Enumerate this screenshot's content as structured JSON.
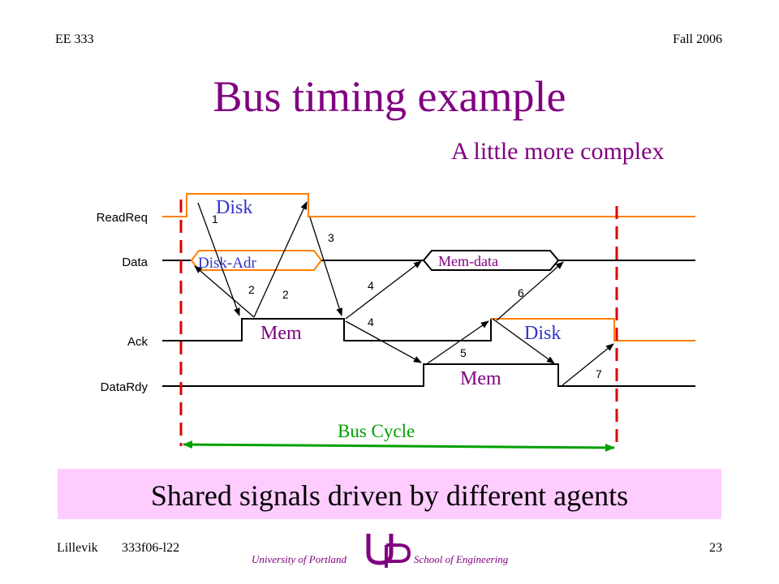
{
  "header": {
    "course": "EE 333",
    "term": "Fall 2006"
  },
  "slide": {
    "title": "Bus timing example",
    "subtitle": "A little more complex"
  },
  "diagram": {
    "signals": [
      "ReadReq",
      "Data",
      "Ack",
      "DataRdy"
    ],
    "labels": {
      "readreq_driver": "Disk",
      "data_address": "Disk-Adr",
      "data_memory": "Mem-data",
      "ack_mem": "Mem",
      "ack_disk": "Disk",
      "datardy_mem": "Mem",
      "bus_cycle": "Bus Cycle"
    },
    "step_numbers": [
      "1",
      "2",
      "2",
      "3",
      "4",
      "4",
      "5",
      "6",
      "7"
    ],
    "colors": {
      "disk_driver": "#ff8000",
      "purple_text": "#800080",
      "green": "#00a000",
      "blue_text": "#3333cc",
      "cycle_marker": "#dd0000"
    }
  },
  "banner": {
    "text": "Shared signals driven by different agents",
    "color": "#ffccff"
  },
  "footer": {
    "author": "Lillevik",
    "file": "333f06-l22",
    "page": "23",
    "university": "University of Portland",
    "school": "School of Engineering",
    "logo": "UP"
  }
}
